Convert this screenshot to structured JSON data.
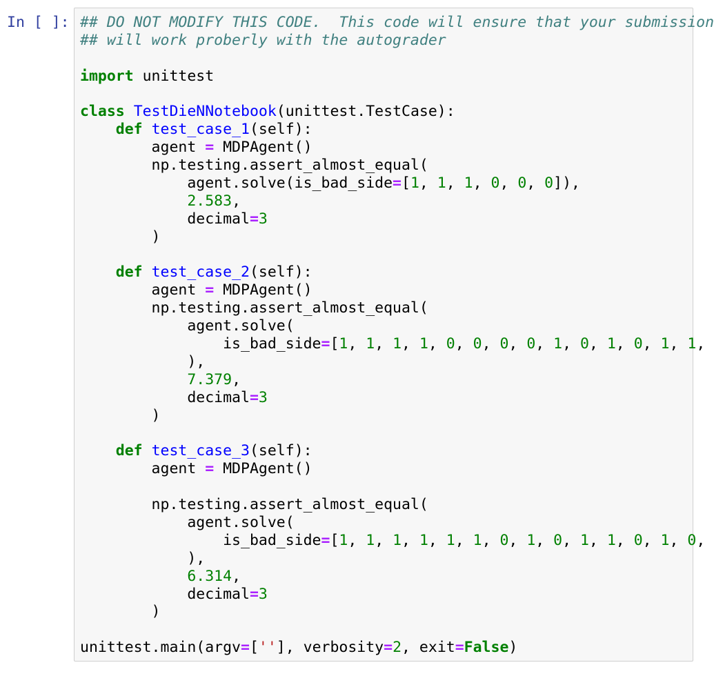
{
  "cell": {
    "prompt": "In [ ]:",
    "lines": [
      [
        [
          "c",
          "## DO NOT MODIFY THIS CODE.  This code will ensure that your submission"
        ]
      ],
      [
        [
          "c",
          "## will work proberly with the autograder"
        ]
      ],
      [],
      [
        [
          "k",
          "import"
        ],
        [
          "n",
          " unittest"
        ]
      ],
      [],
      [
        [
          "k",
          "class"
        ],
        [
          "n",
          " "
        ],
        [
          "nc",
          "TestDieNNotebook"
        ],
        [
          "p",
          "(unittest.TestCase):"
        ]
      ],
      [
        [
          "n",
          "    "
        ],
        [
          "k",
          "def"
        ],
        [
          "n",
          " "
        ],
        [
          "nf",
          "test_case_1"
        ],
        [
          "p",
          "(self):"
        ]
      ],
      [
        [
          "n",
          "        agent "
        ],
        [
          "o",
          "="
        ],
        [
          "n",
          " MDPAgent()"
        ]
      ],
      [
        [
          "n",
          "        np.testing.assert_almost_equal("
        ]
      ],
      [
        [
          "n",
          "            agent.solve(is_bad_side"
        ],
        [
          "o",
          "="
        ],
        [
          "p",
          "["
        ],
        [
          "m",
          "1"
        ],
        [
          "p",
          ", "
        ],
        [
          "m",
          "1"
        ],
        [
          "p",
          ", "
        ],
        [
          "m",
          "1"
        ],
        [
          "p",
          ", "
        ],
        [
          "m",
          "0"
        ],
        [
          "p",
          ", "
        ],
        [
          "m",
          "0"
        ],
        [
          "p",
          ", "
        ],
        [
          "m",
          "0"
        ],
        [
          "p",
          "]),"
        ]
      ],
      [
        [
          "n",
          "            "
        ],
        [
          "m",
          "2.583"
        ],
        [
          "p",
          ","
        ]
      ],
      [
        [
          "n",
          "            decimal"
        ],
        [
          "o",
          "="
        ],
        [
          "m",
          "3"
        ]
      ],
      [
        [
          "n",
          "        )"
        ]
      ],
      [],
      [
        [
          "n",
          "    "
        ],
        [
          "k",
          "def"
        ],
        [
          "n",
          " "
        ],
        [
          "nf",
          "test_case_2"
        ],
        [
          "p",
          "(self):"
        ]
      ],
      [
        [
          "n",
          "        agent "
        ],
        [
          "o",
          "="
        ],
        [
          "n",
          " MDPAgent()"
        ]
      ],
      [
        [
          "n",
          "        np.testing.assert_almost_equal("
        ]
      ],
      [
        [
          "n",
          "            agent.solve("
        ]
      ],
      [
        [
          "n",
          "                is_bad_side"
        ],
        [
          "o",
          "="
        ],
        [
          "p",
          "["
        ],
        [
          "m",
          "1"
        ],
        [
          "p",
          ", "
        ],
        [
          "m",
          "1"
        ],
        [
          "p",
          ", "
        ],
        [
          "m",
          "1"
        ],
        [
          "p",
          ", "
        ],
        [
          "m",
          "1"
        ],
        [
          "p",
          ", "
        ],
        [
          "m",
          "0"
        ],
        [
          "p",
          ", "
        ],
        [
          "m",
          "0"
        ],
        [
          "p",
          ", "
        ],
        [
          "m",
          "0"
        ],
        [
          "p",
          ", "
        ],
        [
          "m",
          "0"
        ],
        [
          "p",
          ", "
        ],
        [
          "m",
          "1"
        ],
        [
          "p",
          ", "
        ],
        [
          "m",
          "0"
        ],
        [
          "p",
          ", "
        ],
        [
          "m",
          "1"
        ],
        [
          "p",
          ", "
        ],
        [
          "m",
          "0"
        ],
        [
          "p",
          ", "
        ],
        [
          "m",
          "1"
        ],
        [
          "p",
          ", "
        ],
        [
          "m",
          "1"
        ],
        [
          "p",
          ","
        ]
      ],
      [
        [
          "n",
          "            ),"
        ]
      ],
      [
        [
          "n",
          "            "
        ],
        [
          "m",
          "7.379"
        ],
        [
          "p",
          ","
        ]
      ],
      [
        [
          "n",
          "            decimal"
        ],
        [
          "o",
          "="
        ],
        [
          "m",
          "3"
        ]
      ],
      [
        [
          "n",
          "        )"
        ]
      ],
      [],
      [
        [
          "n",
          "    "
        ],
        [
          "k",
          "def"
        ],
        [
          "n",
          " "
        ],
        [
          "nf",
          "test_case_3"
        ],
        [
          "p",
          "(self):"
        ]
      ],
      [
        [
          "n",
          "        agent "
        ],
        [
          "o",
          "="
        ],
        [
          "n",
          " MDPAgent()"
        ]
      ],
      [],
      [
        [
          "n",
          "        np.testing.assert_almost_equal("
        ]
      ],
      [
        [
          "n",
          "            agent.solve("
        ]
      ],
      [
        [
          "n",
          "                is_bad_side"
        ],
        [
          "o",
          "="
        ],
        [
          "p",
          "["
        ],
        [
          "m",
          "1"
        ],
        [
          "p",
          ", "
        ],
        [
          "m",
          "1"
        ],
        [
          "p",
          ", "
        ],
        [
          "m",
          "1"
        ],
        [
          "p",
          ", "
        ],
        [
          "m",
          "1"
        ],
        [
          "p",
          ", "
        ],
        [
          "m",
          "1"
        ],
        [
          "p",
          ", "
        ],
        [
          "m",
          "1"
        ],
        [
          "p",
          ", "
        ],
        [
          "m",
          "0"
        ],
        [
          "p",
          ", "
        ],
        [
          "m",
          "1"
        ],
        [
          "p",
          ", "
        ],
        [
          "m",
          "0"
        ],
        [
          "p",
          ", "
        ],
        [
          "m",
          "1"
        ],
        [
          "p",
          ", "
        ],
        [
          "m",
          "1"
        ],
        [
          "p",
          ", "
        ],
        [
          "m",
          "0"
        ],
        [
          "p",
          ", "
        ],
        [
          "m",
          "1"
        ],
        [
          "p",
          ", "
        ],
        [
          "m",
          "0"
        ],
        [
          "p",
          ","
        ]
      ],
      [
        [
          "n",
          "            ),"
        ]
      ],
      [
        [
          "n",
          "            "
        ],
        [
          "m",
          "6.314"
        ],
        [
          "p",
          ","
        ]
      ],
      [
        [
          "n",
          "            decimal"
        ],
        [
          "o",
          "="
        ],
        [
          "m",
          "3"
        ]
      ],
      [
        [
          "n",
          "        )"
        ]
      ],
      [],
      [
        [
          "n",
          "unittest.main(argv"
        ],
        [
          "o",
          "="
        ],
        [
          "p",
          "["
        ],
        [
          "s",
          "''"
        ],
        [
          "p",
          "], verbosity"
        ],
        [
          "o",
          "="
        ],
        [
          "m",
          "2"
        ],
        [
          "p",
          ", exit"
        ],
        [
          "o",
          "="
        ],
        [
          "kc",
          "False"
        ],
        [
          "p",
          ")"
        ]
      ]
    ]
  }
}
